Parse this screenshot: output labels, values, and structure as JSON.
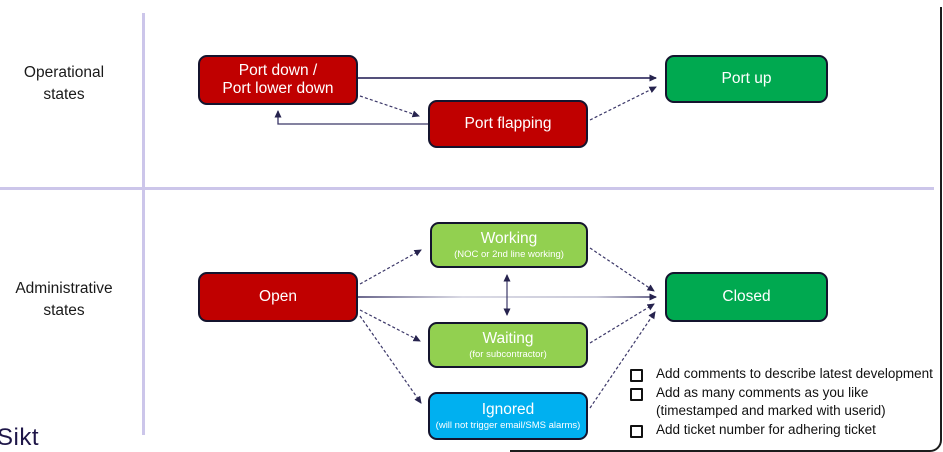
{
  "quadrants": {
    "operational": {
      "line1": "Operational",
      "line2": "states"
    },
    "administrative": {
      "line1": "Administrative",
      "line2": "states"
    }
  },
  "nodes": {
    "port_down": {
      "label_line1": "Port down /",
      "label_line2": "Port lower down",
      "color": "#C00000"
    },
    "port_flapping": {
      "label": "Port flapping",
      "color": "#C00000"
    },
    "port_up": {
      "label": "Port up",
      "color": "#00A950"
    },
    "open": {
      "label": "Open",
      "color": "#C00000"
    },
    "working": {
      "title": "Working",
      "subtitle": "(NOC or 2nd line working)",
      "color": "#92D050"
    },
    "waiting": {
      "title": "Waiting",
      "subtitle": "(for subcontractor)",
      "color": "#92D050"
    },
    "ignored": {
      "title": "Ignored",
      "subtitle": "(will not trigger email/SMS alarms)",
      "color": "#00B0F0"
    },
    "closed": {
      "label": "Closed",
      "color": "#00A950"
    }
  },
  "notes": {
    "items": [
      {
        "bullet": true,
        "text": "Add comments to describe latest development"
      },
      {
        "bullet": true,
        "text": "Add as many comments as you like"
      },
      {
        "bullet": false,
        "text": "(timestamped and marked with userid)"
      },
      {
        "bullet": true,
        "text": "Add ticket number for adhering ticket"
      }
    ]
  },
  "logo_text": "Sikt",
  "palette": {
    "red": "#C00000",
    "green": "#00A950",
    "light_green": "#92D050",
    "blue": "#00B0F0",
    "divider": "#CCC6EA",
    "arrow": "#3B3768",
    "logo": "#1E1648"
  }
}
